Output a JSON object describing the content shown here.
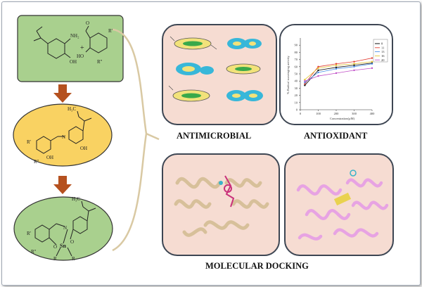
{
  "captions": {
    "antimicrobial": "ANTIMICROBIAL",
    "antioxidant": "ANTIOXIDANT",
    "docking": "MOLECULAR DOCKING"
  },
  "chem_labels": {
    "amine": "NH₂",
    "hydroxyl": "OH",
    "aldehyde_o": "O",
    "aldehyde_ho": "HO",
    "r1": "R'",
    "r2": "R\"",
    "plus": "+",
    "ethyl": "H₃C",
    "imine_n": "N",
    "schiff_oh": "OH",
    "schiff_oh2": "OH",
    "complex_n": "N",
    "complex_o1": "O",
    "complex_o2": "O",
    "tin": "Sn",
    "r": "R",
    "r_b": "R"
  },
  "colors": {
    "reactant_box": "#a9d08e",
    "schiff_base": "#f9d262",
    "complex": "#a9d08e",
    "arrow": "#b5511f",
    "panel_bg": "#f6dcd2"
  },
  "chart_data": {
    "type": "line",
    "ylabel": "% Radical scavenging activity",
    "xlabel": "Concentration(µM)",
    "ylim": [
      0,
      100
    ],
    "x": [
      25,
      100,
      200,
      300,
      400
    ],
    "xticks": [
      0,
      100,
      200,
      300,
      400
    ],
    "yticks": [
      0,
      10,
      20,
      30,
      40,
      50,
      60,
      70,
      80,
      90
    ],
    "series": [
      {
        "name": "8",
        "color": "#111111",
        "values": [
          34,
          55,
          59,
          62,
          65
        ]
      },
      {
        "name": "11",
        "color": "#e23a2f",
        "values": [
          36,
          60,
          64,
          67,
          72
        ]
      },
      {
        "name": "13",
        "color": "#4a8fe7",
        "values": [
          38,
          52,
          57,
          60,
          64
        ]
      },
      {
        "name": "16",
        "color": "#e2c22f",
        "values": [
          42,
          58,
          62,
          64,
          67
        ]
      },
      {
        "name": "20",
        "color": "#c04fc7",
        "values": [
          40,
          47,
          51,
          55,
          58
        ]
      }
    ]
  }
}
